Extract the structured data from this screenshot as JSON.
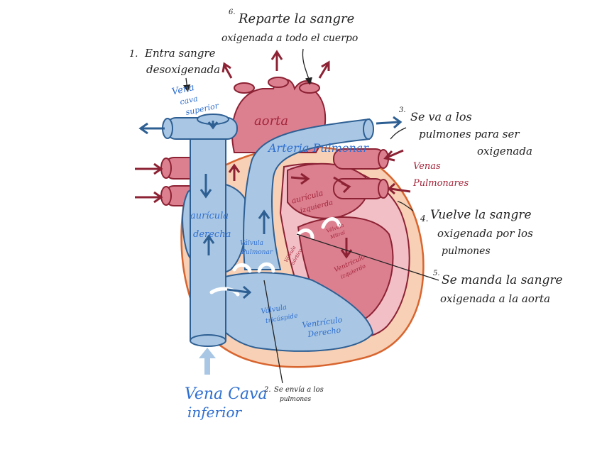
{
  "notes": {
    "n1": {
      "num": "1.",
      "line1": "Entra sangre",
      "line2": "desoxigenada"
    },
    "n2": {
      "num": "2.",
      "line1": "Se envía a los",
      "line2": "pulmones"
    },
    "n3": {
      "num": "3.",
      "line1": "Se va a los",
      "line2": "pulmones para ser",
      "line3": "oxigenada"
    },
    "n4": {
      "num": "4.",
      "line1": "Vuelve la sangre",
      "line2": "oxigenada por los",
      "line3": "pulmones"
    },
    "n5": {
      "num": "5.",
      "line1": "Se manda la sangre",
      "line2": "oxigenada a la aorta"
    },
    "n6": {
      "num": "6.",
      "line1": "Reparte la sangre",
      "line2": "oxigenada a todo el cuerpo"
    }
  },
  "labels": {
    "vena_cava_superior": [
      "Vena",
      "cava",
      "superior"
    ],
    "vena_cava_inferior": [
      "Vena Cava",
      "inferior"
    ],
    "aorta": "aorta",
    "arteria_pulmonar": "Arteria Pulmonar",
    "venas_pulmonares": [
      "Venas",
      "Pulmonares"
    ],
    "auricula_derecha": [
      "aurícula",
      "derecha"
    ],
    "auricula_izquierda": [
      "aurícula",
      "izquierda"
    ],
    "valvula_pulmonar": [
      "Válvula",
      "Pulmonar"
    ],
    "valvula_tricuspide": [
      "Válvula",
      "tricúspide"
    ],
    "ventriculo_derecho": [
      "Ventrículo",
      "Derecho"
    ],
    "ventriculo_izquierdo": [
      "Ventrículo",
      "izquierdo"
    ],
    "valvula_mitral": [
      "Válvula",
      "Mitral"
    ],
    "valvula_aortica": [
      "Válvula",
      "aórtica"
    ]
  },
  "colors": {
    "deoxygenated": "#a9c7e4",
    "deoxygenated_stroke": "#2e5f93",
    "oxygenated": "#dc8090",
    "oxygenated_stroke": "#8c2234",
    "pericardium": "#f7d0b5",
    "pericardium_stroke": "#d8652f",
    "blue_text": "#2f6fd0",
    "red_text": "#a3253a"
  }
}
